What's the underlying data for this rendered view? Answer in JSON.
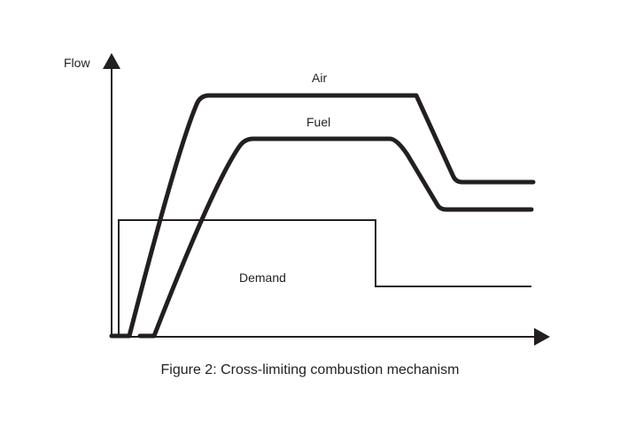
{
  "diagram": {
    "y_axis_label": "Flow",
    "curves": {
      "air": "Air",
      "fuel": "Fuel",
      "demand": "Demand"
    },
    "caption": "Figure 2: Cross-limiting combustion mechanism",
    "colors": {
      "ink": "#231f20",
      "background": "#ffffff"
    }
  }
}
